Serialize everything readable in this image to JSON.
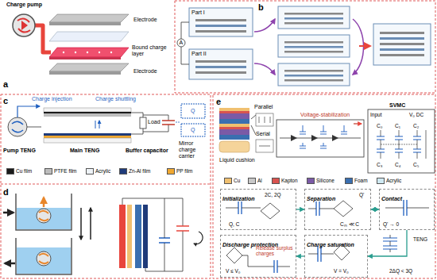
{
  "diagram": {
    "nodes": [
      {
        "text": [
          "Charge pump"
        ]
      },
      {
        "text": [
          "Pump TENG"
        ]
      },
      {
        "text": [
          "Main TENG"
        ]
      },
      {
        "text": [
          "Buffer capacitor"
        ]
      },
      {
        "text": [
          "Initialization"
        ]
      },
      {
        "text": [
          "Separation"
        ]
      },
      {
        "text": [
          "Contact"
        ]
      },
      {
        "text": [
          "Discharge protection"
        ]
      },
      {
        "text": [
          "Charge saturation"
        ]
      }
    ],
    "edges": [
      {
        "from": 4,
        "to": 5,
        "arrow": "to"
      },
      {
        "from": 5,
        "to": 6,
        "arrow": "both"
      },
      {
        "from": 6,
        "to": 8,
        "arrow": "to"
      },
      {
        "from": 8,
        "to": 7,
        "arrow": "to"
      }
    ],
    "labels": [
      "a",
      "b",
      "c",
      "d",
      "e",
      "Electrode",
      "Bound charge layer",
      "Electrode",
      "Part I",
      "Part II",
      "A",
      "Charge injection",
      "Charge shuttling",
      "Load",
      "Q",
      "Q",
      "Mirror charge carrier",
      "Parallel",
      "Serial",
      "Liquid cushion",
      "Voltage-stabilization",
      "SVMC",
      "Input",
      "V₀ DC",
      "C₀",
      "C₁",
      "C₂",
      "C₃",
      "C₄",
      "C₅",
      "2C, 2Q",
      "Q, C",
      "Q'",
      "Cₘ ≪ C",
      "Q' → 0",
      "Release surplus charges",
      "V ≤ V₀",
      "V = V₀",
      "TENG",
      "2ΔQ < 3Q"
    ],
    "legend": [
      {
        "text": "Cu film",
        "color": "#1a1a1a"
      },
      {
        "text": "PTFE film",
        "color": "#bdbdbd"
      },
      {
        "text": "Acrylic",
        "color": "#eef3f7"
      },
      {
        "text": "Zn-Al film",
        "color": "#1f3b7a"
      },
      {
        "text": "PP film",
        "color": "#f0a830"
      },
      {
        "text": "Cu",
        "color": "#f0c070"
      },
      {
        "text": "Al",
        "color": "#c8c8c8"
      },
      {
        "text": "Kapton",
        "color": "#d9534f"
      },
      {
        "text": "Silicone",
        "color": "#7b5aa6"
      },
      {
        "text": "Foam",
        "color": "#3a6fb0"
      },
      {
        "text": "Acrylic",
        "color": "#cfe9f2"
      }
    ]
  }
}
